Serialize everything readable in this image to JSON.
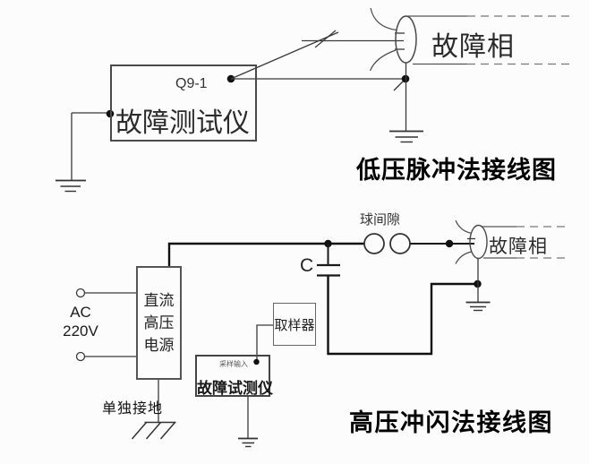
{
  "top_diagram": {
    "title": "低压脉冲法接线图",
    "tester_label": "故障测试仪",
    "port_label": "Q9-1",
    "cable_label": "故障相"
  },
  "bottom_diagram": {
    "title": "高压冲闪法接线图",
    "ac_line1": "AC",
    "ac_line2": "220V",
    "power_lines": [
      "直流",
      "高压",
      "电源"
    ],
    "separate_ground_label": "单独接地",
    "sampler_label": "取样器",
    "tester_label": "故障试测仪",
    "sample_input_label": "采样输入",
    "capacitor_label": "C",
    "ball_gap_label": "球间隙",
    "cable_label": "故障相"
  },
  "colors": {
    "background": "#fcfcfc",
    "wire_thin": "#3a3a3a",
    "wire_thick": "#111111",
    "dashed_line": "#777777",
    "text": "#222222",
    "title_text": "#000000"
  }
}
